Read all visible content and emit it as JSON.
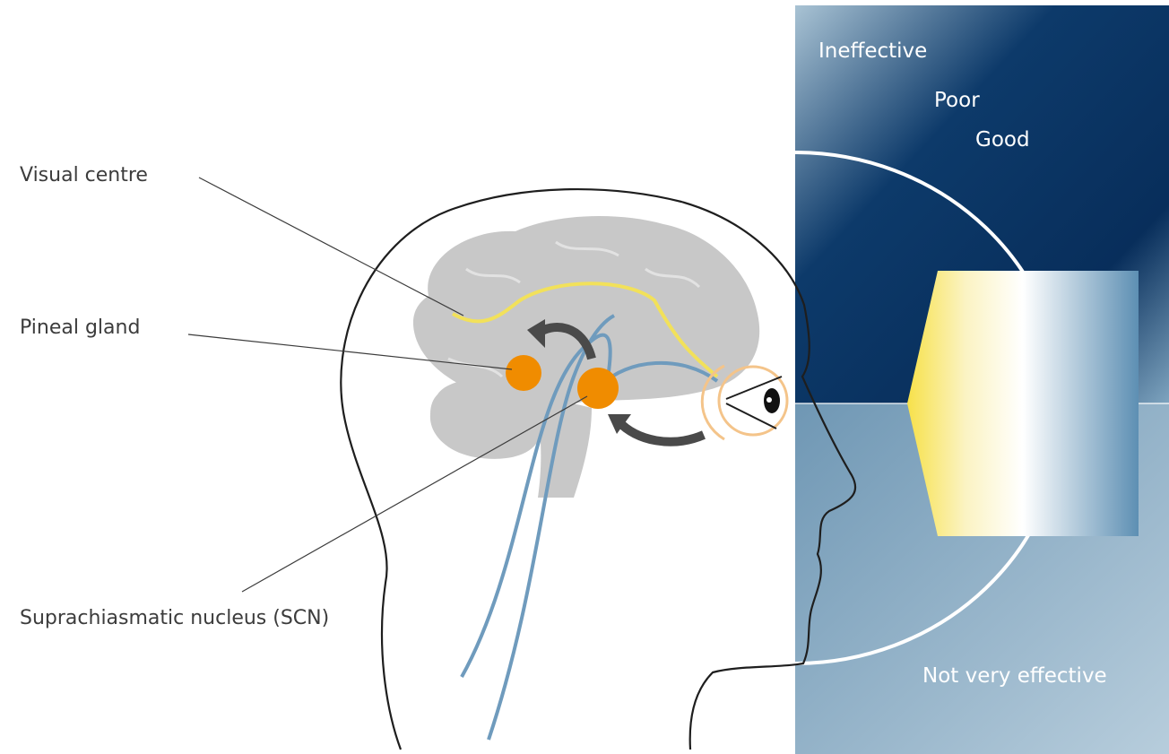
{
  "callouts": {
    "visual_centre": "Visual centre",
    "pineal_gland": "Pineal gland",
    "scn": "Suprachiasmatic nucleus (SCN)"
  },
  "light_panel": {
    "ineffective": "Ineffective",
    "poor": "Poor",
    "good": "Good",
    "not_very_effective": "Not very effective"
  },
  "colors": {
    "panel_dark": "#0c3563",
    "panel_light": "#8db0c8",
    "brain": "#c8c8c8",
    "nucleus": "#f08c00",
    "visual_path": "#f2e15a",
    "nerve_path": "#6f9bbd",
    "arrow": "#4a4a4a",
    "eye_ring": "#f4c48a"
  },
  "icons": [
    "eye-icon",
    "curved-arrow-icon"
  ]
}
